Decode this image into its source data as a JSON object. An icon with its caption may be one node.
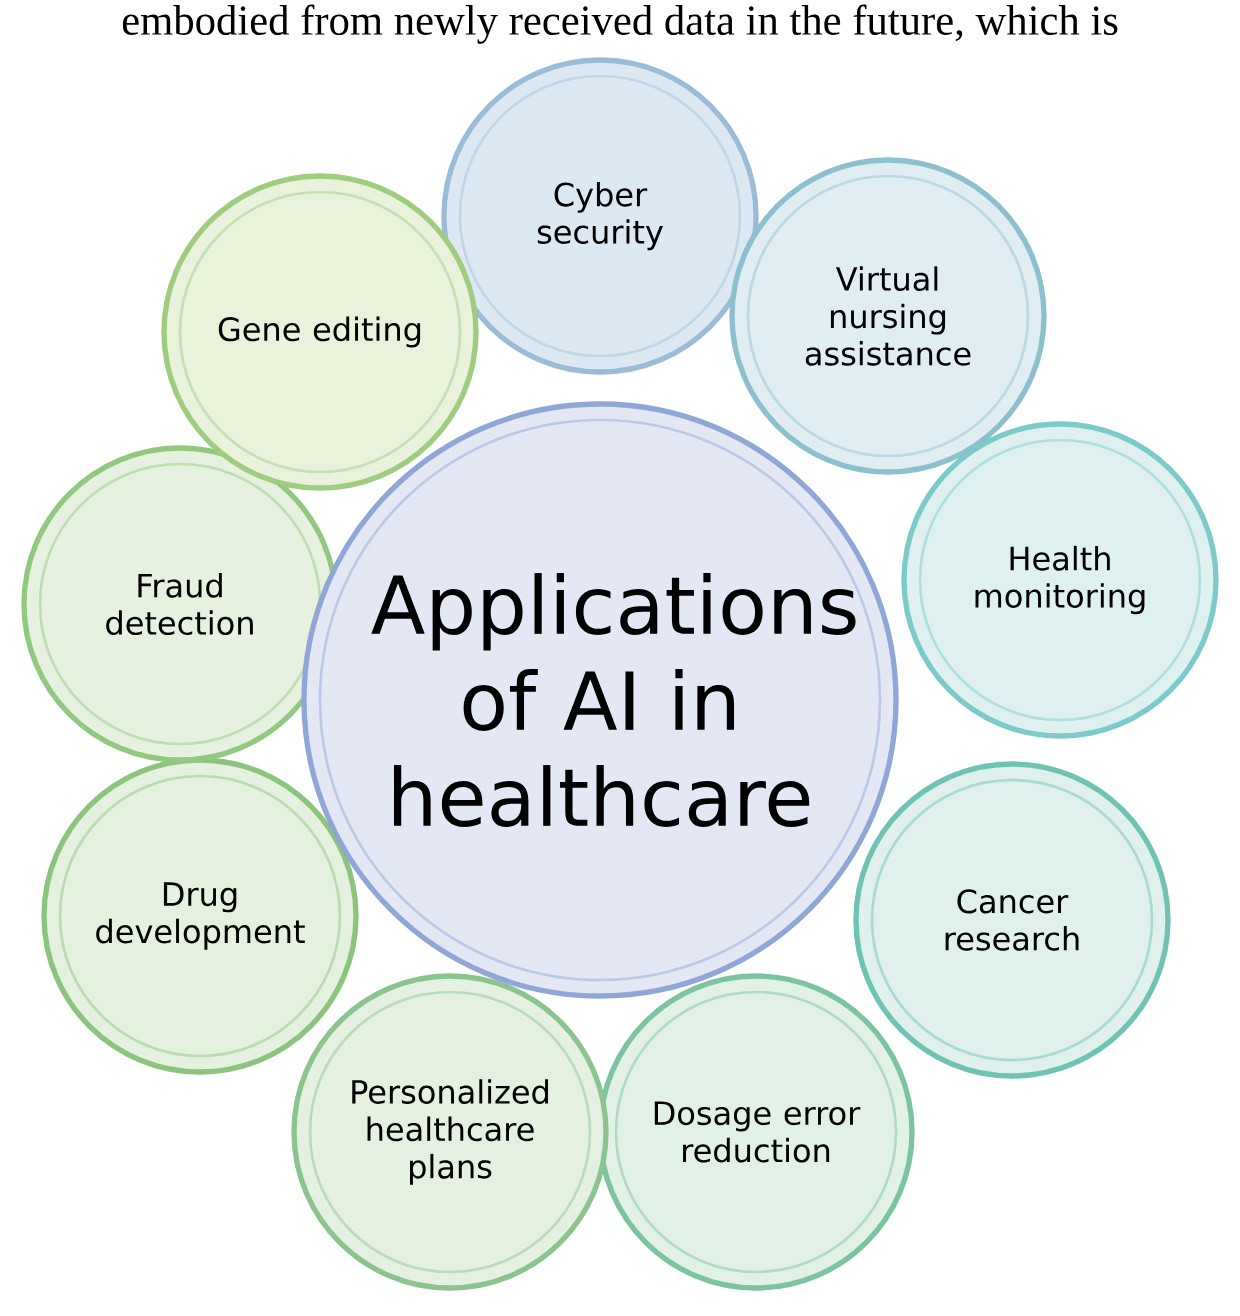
{
  "diagram": {
    "nodes": [
      {
        "text": [
          "Applications of AI in healthcare"
        ]
      },
      {
        "text": [
          "Cyber security"
        ]
      },
      {
        "text": [
          "Virtual nursing assistance"
        ]
      },
      {
        "text": [
          "Health monitoring"
        ]
      },
      {
        "text": [
          "Cancer research"
        ]
      },
      {
        "text": [
          "Dosage error reduction"
        ]
      },
      {
        "text": [
          "Personalized healthcare plans"
        ]
      },
      {
        "text": [
          "Drug development"
        ]
      },
      {
        "text": [
          "Fraud detection"
        ]
      },
      {
        "text": [
          "Gene editing"
        ]
      }
    ],
    "labels": [
      "embodied from newly received data in the future, which is"
    ]
  }
}
